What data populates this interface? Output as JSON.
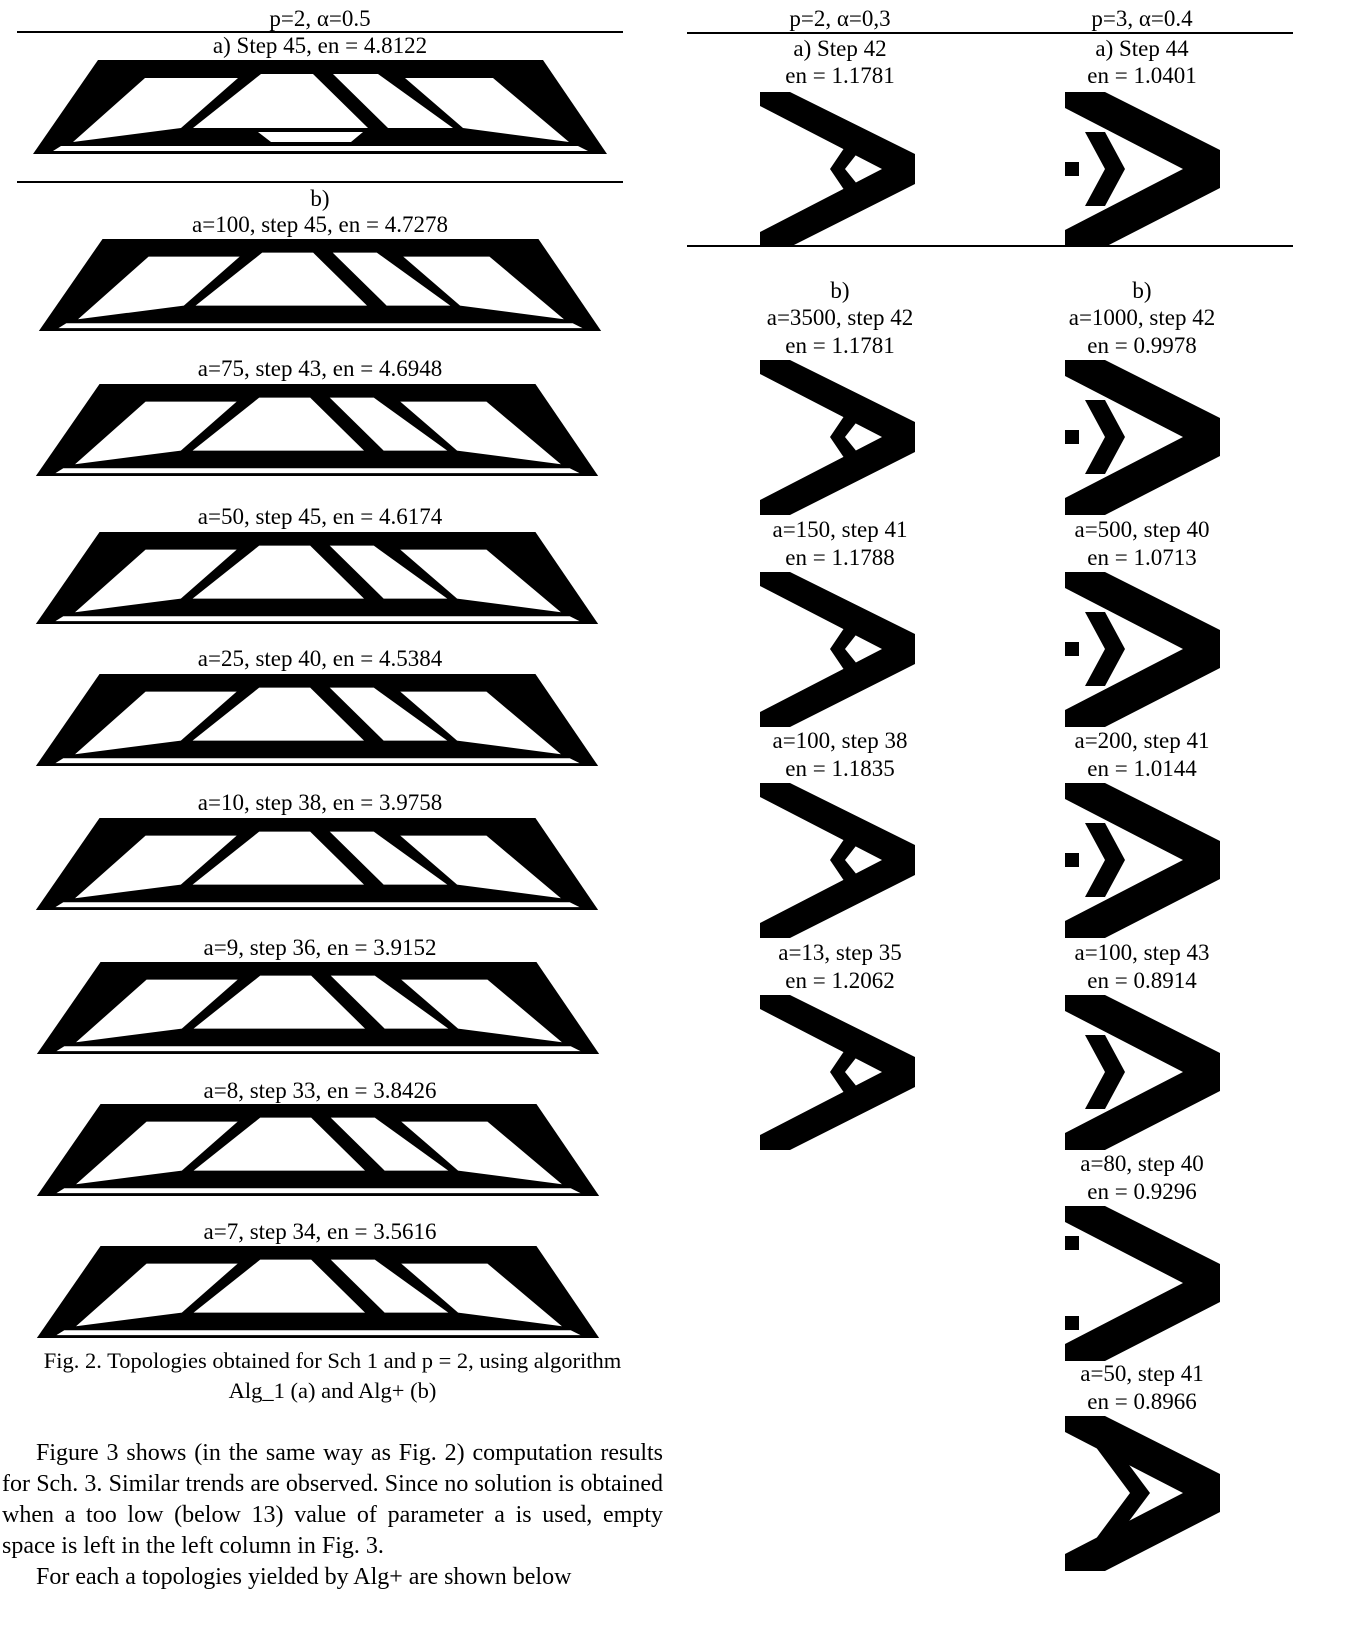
{
  "fig2": {
    "header": "p=2, α=0.5",
    "panels": [
      {
        "label": "a) Step 45, en = 4.8122"
      },
      {
        "section": "b)",
        "label": "a=100, step 45, en = 4.7278"
      },
      {
        "label": "a=75, step 43, en = 4.6948"
      },
      {
        "label": "a=50, step 45, en = 4.6174"
      },
      {
        "label": "a=25, step 40, en = 4.5384"
      },
      {
        "label": "a=10, step 38, en = 3.9758"
      },
      {
        "label": "a=9, step 36, en = 3.9152"
      },
      {
        "label": "a=8, step 33, en = 3.8426"
      },
      {
        "label": "a=7, step 34, en = 3.5616"
      }
    ],
    "caption_line1": "Fig. 2. Topologies obtained for Sch 1 and p = 2, using algorithm",
    "caption_line2": "Alg_1 (a) and Alg+ (b)"
  },
  "body_text": {
    "para1": "Figure 3 shows (in the same way as Fig. 2) computation results for Sch. 3. Similar trends are observed. Since no solution is obtained when a too low (below 13) value of parameter a is used, empty space is left in the left column in Fig. 3.",
    "para2_start": "For each a topologies yielded by Alg+ are shown below"
  },
  "fig3": {
    "left": {
      "header": "p=2, α=0,3",
      "a_label_1": "a) Step 42",
      "a_label_2": "en = 1.1781",
      "section_b": "b)",
      "panels": [
        {
          "l1": "a=3500, step 42",
          "l2": "en = 1.1781"
        },
        {
          "l1": "a=150, step 41",
          "l2": "en = 1.1788"
        },
        {
          "l1": "a=100, step 38",
          "l2": "en = 1.1835"
        },
        {
          "l1": "a=13, step 35",
          "l2": "en = 1.2062"
        }
      ]
    },
    "right": {
      "header": "p=3, α=0.4",
      "a_label_1": "a) Step 44",
      "a_label_2": "en = 1.0401",
      "section_b": "b)",
      "panels": [
        {
          "l1": "a=1000, step 42",
          "l2": "en = 0.9978"
        },
        {
          "l1": "a=500, step 40",
          "l2": "en = 1.0713"
        },
        {
          "l1": "a=200, step 41",
          "l2": "en = 1.0144"
        },
        {
          "l1": "a=100, step 43",
          "l2": "en = 0.8914"
        },
        {
          "l1": "a=80, step 40",
          "l2": "en = 0.9296"
        },
        {
          "l1": "a=50, step 41",
          "l2": "en = 0.8966"
        }
      ]
    }
  }
}
